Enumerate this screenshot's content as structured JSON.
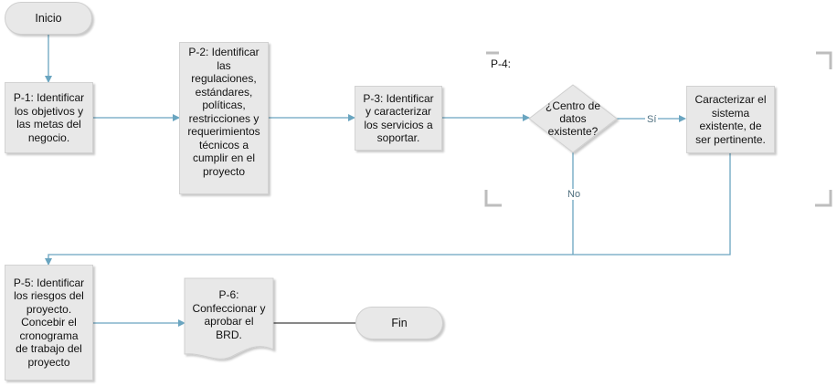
{
  "start": {
    "label": "Inicio"
  },
  "end": {
    "label": "Fin"
  },
  "steps": [
    {
      "id": "p1",
      "text": "P-1: Identificar\nlos objetivos y\nlas metas del\nnegocio."
    },
    {
      "id": "p2",
      "text": "P-2: Identificar\nlas\nregulaciones,\nestándares,\npolíticas,\nrestricciones y\nrequerimientos\ntécnicos a\ncumplir en el\nproyecto"
    },
    {
      "id": "p3",
      "text": "P-3: Identificar\ny caracterizar\nlos servicios a\nsoportar."
    },
    {
      "id": "p4b",
      "text": "Caracterizar el\nsistema\nexistente, de\nser pertinente."
    },
    {
      "id": "p5",
      "text": "P-5: Identificar\nlos riesgos del\nproyecto.\nConcebir el\ncronograma\nde trabajo del\nproyecto"
    },
    {
      "id": "p6",
      "text": "P-6:\nConfeccionar y\naprobar el\nBRD."
    }
  ],
  "decision": {
    "text": "¿Centro de\ndatos\nexistente?",
    "yes_label": "Sí",
    "no_label": "No"
  },
  "group": {
    "label": "P-4:"
  },
  "colors": {
    "connector": "#6aa5c0",
    "end_connector": "#404040",
    "shape_fill": "#e8e8e8"
  }
}
